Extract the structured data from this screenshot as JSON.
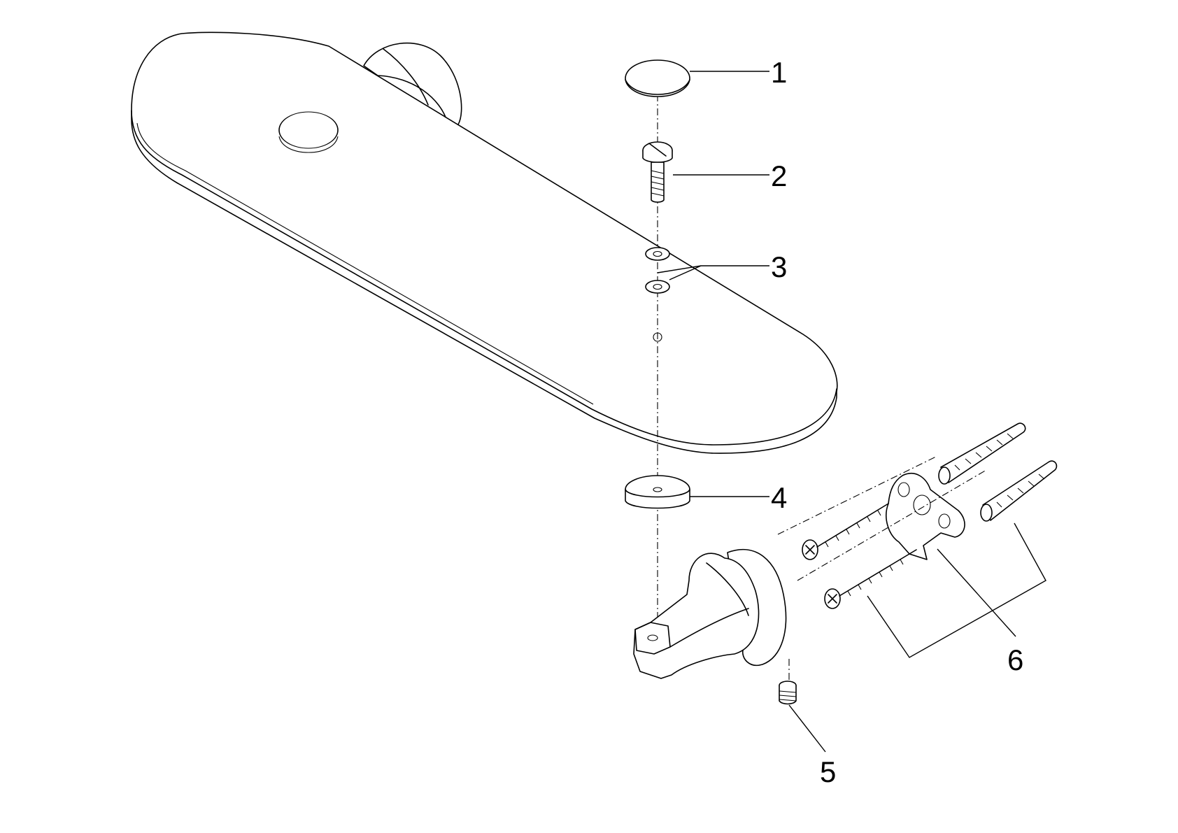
{
  "diagram": {
    "kind": "exploded-parts-view",
    "parts": [
      {
        "number": "1",
        "icon": "cover-cap-icon"
      },
      {
        "number": "2",
        "icon": "slotted-screw-icon"
      },
      {
        "number": "3",
        "icon": "washer-pair-icon"
      },
      {
        "number": "4",
        "icon": "rubber-pad-icon"
      },
      {
        "number": "5",
        "icon": "set-screw-icon"
      },
      {
        "number": "6",
        "icon": "mounting-kit-icon"
      }
    ],
    "components": [
      "shelf-plate-icon",
      "wall-bracket-icon",
      "mounting-plate-icon",
      "wall-plug-icon",
      "wood-screw-icon"
    ],
    "colors": {
      "line": "#000000",
      "background": "#ffffff"
    }
  }
}
